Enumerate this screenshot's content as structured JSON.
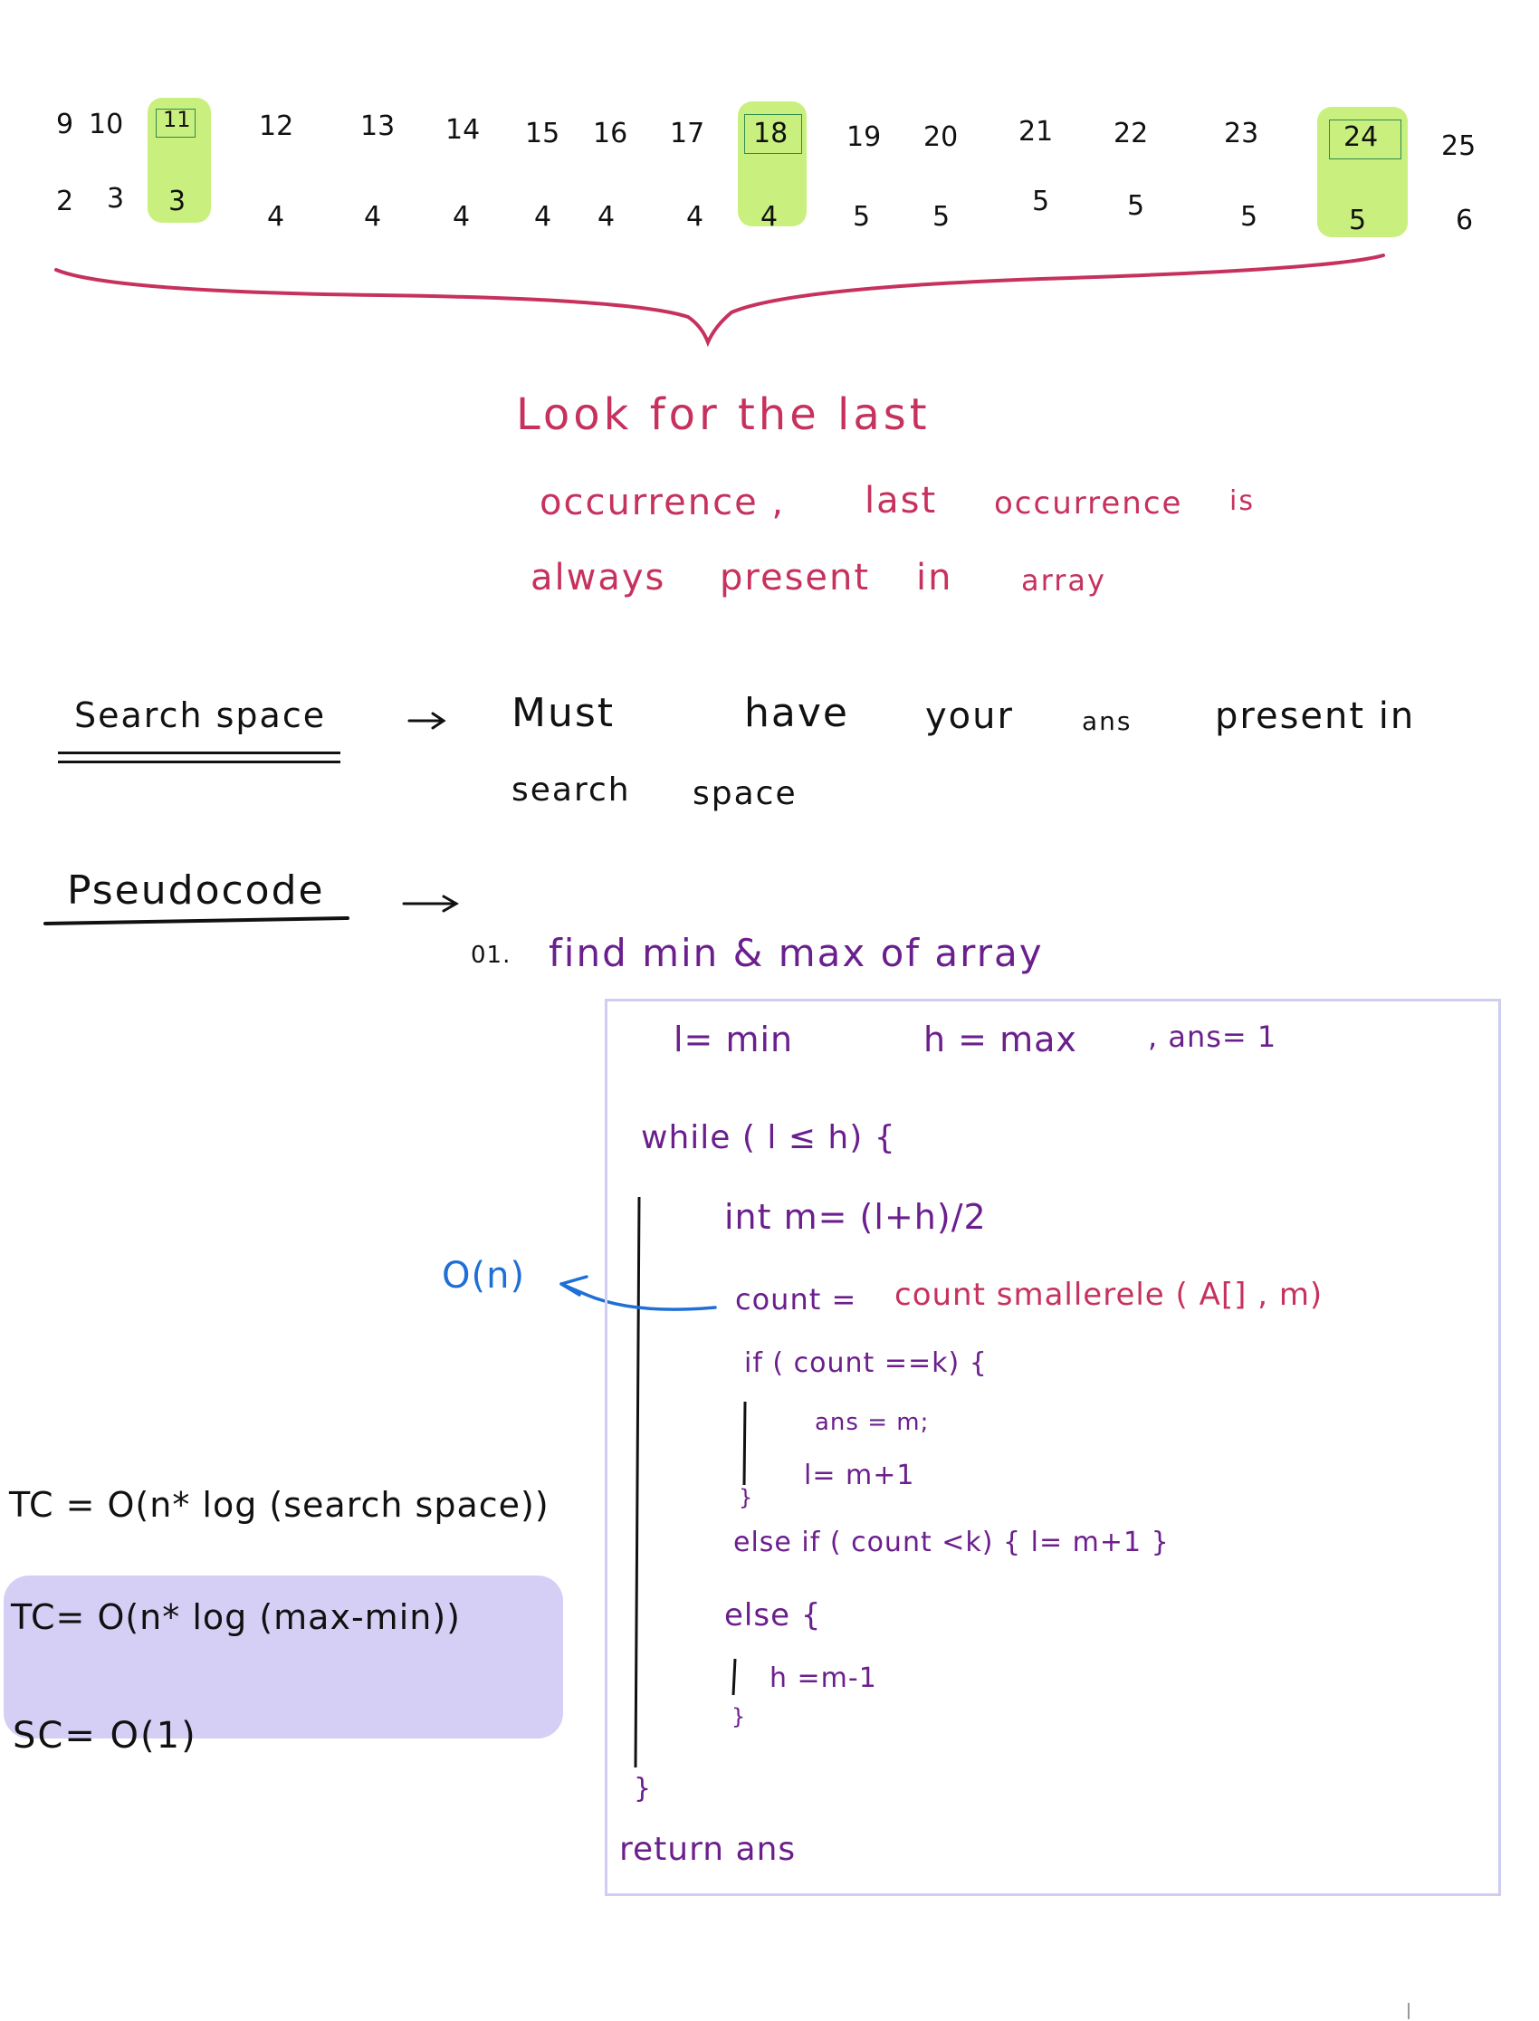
{
  "array": {
    "indices": [
      "9",
      "10",
      "11",
      "12",
      "13",
      "14",
      "15",
      "16",
      "17",
      "18",
      "19",
      "20",
      "21",
      "22",
      "23",
      "24",
      "25"
    ],
    "values": [
      "2",
      "3",
      "3",
      "4",
      "4",
      "4",
      "4",
      "4",
      "4",
      "4",
      "5",
      "5",
      "5",
      "5",
      "5",
      "5",
      "6"
    ],
    "highlighted_indices": [
      "11",
      "18",
      "24"
    ],
    "highlight_color": "#c9f07f"
  },
  "note": {
    "line1": "Look for the last",
    "line2a": "occurrence ,",
    "line2b": "last",
    "line2c": "occurrence",
    "line2d": "is",
    "line3a": "always",
    "line3b": "present",
    "line3c": "in",
    "line3d": "array",
    "color": "#c6315d"
  },
  "search_space": {
    "label": "Search space",
    "arrow": "→",
    "text1": "Must",
    "text2": "have",
    "text3": "your",
    "text4": "ans",
    "text5": "present in",
    "text6": "search",
    "text7": "space"
  },
  "pseudocode": {
    "label": "Pseudocode",
    "arrow": "→",
    "step": "01.",
    "step_text": "find min & max of array",
    "init_l": "l= min",
    "init_h": "h = max",
    "init_ans": ", ans= 1",
    "while": "while ( l ≤ h) {",
    "mid": "int m= (l+h)/2",
    "count": "count =",
    "count_fn": "count smallerele ( A[] , m)",
    "if": "if ( count ==k) {",
    "ans_assign": "ans = m;",
    "l_assign": "l= m+1",
    "if_close": "}",
    "else_if": "else if ( count <k) { l= m+1 }",
    "else": "else {",
    "h_assign": "h =m-1",
    "else_close": "}",
    "while_close": "}",
    "return": "return ans",
    "code_color": "#6b1f8d"
  },
  "complexity": {
    "count_cost": "O(n)",
    "tc_line1": "TC = O(n* log (search space))",
    "tc_line2": "TC= O(n* log (max-min))",
    "sc": "SC= O(1)",
    "annotation_color": "#1f6fd6",
    "summary_bg": "#d5cff6"
  }
}
